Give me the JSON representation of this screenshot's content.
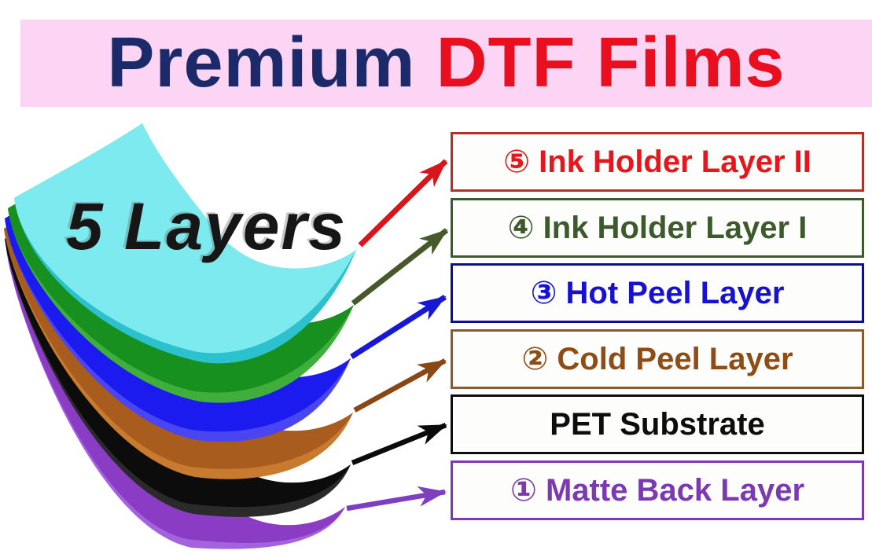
{
  "title": {
    "text_primary": "Premium ",
    "text_secondary": "DTF Films",
    "primary_color": "#1c2a6a",
    "secondary_color": "#e90f1e",
    "band_bg": "#fbd5f3"
  },
  "stack_caption": "5 Layers",
  "layers": [
    {
      "id": "ink-holder-layer-2",
      "label": "⑤ Ink Holder Layer II",
      "text_color": "#e6161c",
      "border_color": "#b23028",
      "arrow_color": "#d8151a",
      "sheet_color": "#7ceaee",
      "sheet_edge_color": "#2cc2cd"
    },
    {
      "id": "ink-holder-layer-1",
      "label": "④ Ink Holder Layer I",
      "text_color": "#3d5a2d",
      "border_color": "#3d5a2d",
      "arrow_color": "#46592b",
      "sheet_color": "#189020",
      "sheet_edge_color": "#3fae3b"
    },
    {
      "id": "hot-peel-layer",
      "label": "③ Hot Peel Layer",
      "text_color": "#1712d2",
      "border_color": "#0d0d96",
      "arrow_color": "#1717d6",
      "sheet_color": "#1b1bef",
      "sheet_edge_color": "#4945f0"
    },
    {
      "id": "cold-peel-layer",
      "label": "② Cold Peel Layer",
      "text_color": "#8d4d15",
      "border_color": "#8d5a2b",
      "arrow_color": "#8a4715",
      "sheet_color": "#a85c1e",
      "sheet_edge_color": "#c87a2e"
    },
    {
      "id": "pet-substrate",
      "label": "PET Substrate",
      "text_color": "#0d0d0d",
      "border_color": "#0d0d0d",
      "arrow_color": "#0b0b0b",
      "sheet_color": "#0c0c0c",
      "sheet_edge_color": "#2a2a2a"
    },
    {
      "id": "matte-back-layer",
      "label": "① Matte Back Layer",
      "text_color": "#7c3ab2",
      "border_color": "#7c3ab2",
      "arrow_color": "#7d3fc0",
      "sheet_color": "#8a3cc4",
      "sheet_edge_color": "#a463dd"
    }
  ]
}
